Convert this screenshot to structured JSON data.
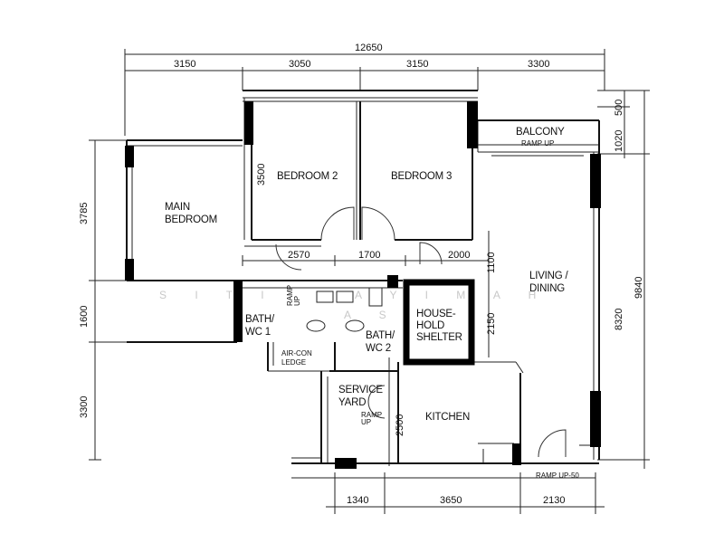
{
  "rooms": {
    "main_bedroom": [
      "MAIN",
      "BEDROOM"
    ],
    "bedroom2": "BEDROOM 2",
    "bedroom3": "BEDROOM 3",
    "balcony": "BALCONY",
    "balcony_ramp": "RAMP  UP",
    "living": [
      "LIVING /",
      "DINING"
    ],
    "bath1": [
      "BATH/",
      "WC 1"
    ],
    "bath2": [
      "BATH/",
      "WC 2"
    ],
    "shelter": [
      "HOUSE-",
      "HOLD",
      "SHELTER"
    ],
    "aircon": [
      "AIR-CON",
      "LEDGE"
    ],
    "service": [
      "SERVICE",
      "YARD"
    ],
    "kitchen": "KITCHEN",
    "ramp_up_v": [
      "RAMP",
      "UP"
    ],
    "ramp_up_entry": "RAMP UP-50"
  },
  "dimensions": {
    "top_total": "12650",
    "top": [
      "3150",
      "3050",
      "3150",
      "3300"
    ],
    "mid": [
      "2570",
      "1700",
      "2000"
    ],
    "bottom": [
      "1340",
      "3650",
      "2130"
    ],
    "left": [
      "3785",
      "1600",
      "3300"
    ],
    "bedroom_height": "3500",
    "right_inner": [
      "500",
      "1020",
      "1100",
      "2150",
      "2500"
    ],
    "right_total": "9840",
    "living_height": "8320"
  },
  "watermark": [
    "S I T I",
    "A Y I M A H",
    "A S"
  ]
}
